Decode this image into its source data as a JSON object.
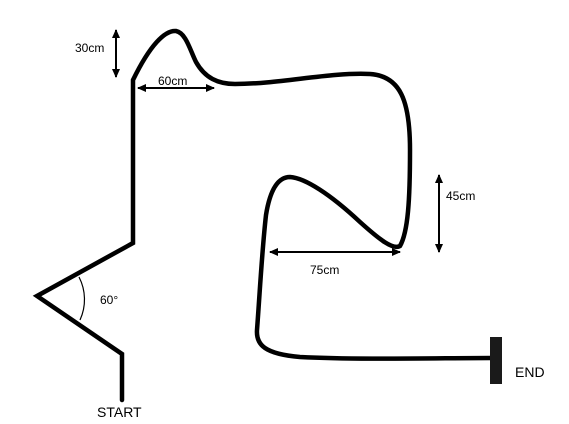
{
  "diagram": {
    "labels": {
      "start": "START",
      "end": "END"
    },
    "dimensions": {
      "vertical_top": "30cm",
      "horizontal_top": "60cm",
      "vertical_right": "45cm",
      "horizontal_middle": "75cm",
      "angle": "60°"
    },
    "colors": {
      "line": "#000000",
      "end_bar": "#1a1a1a",
      "background": "#ffffff"
    }
  }
}
